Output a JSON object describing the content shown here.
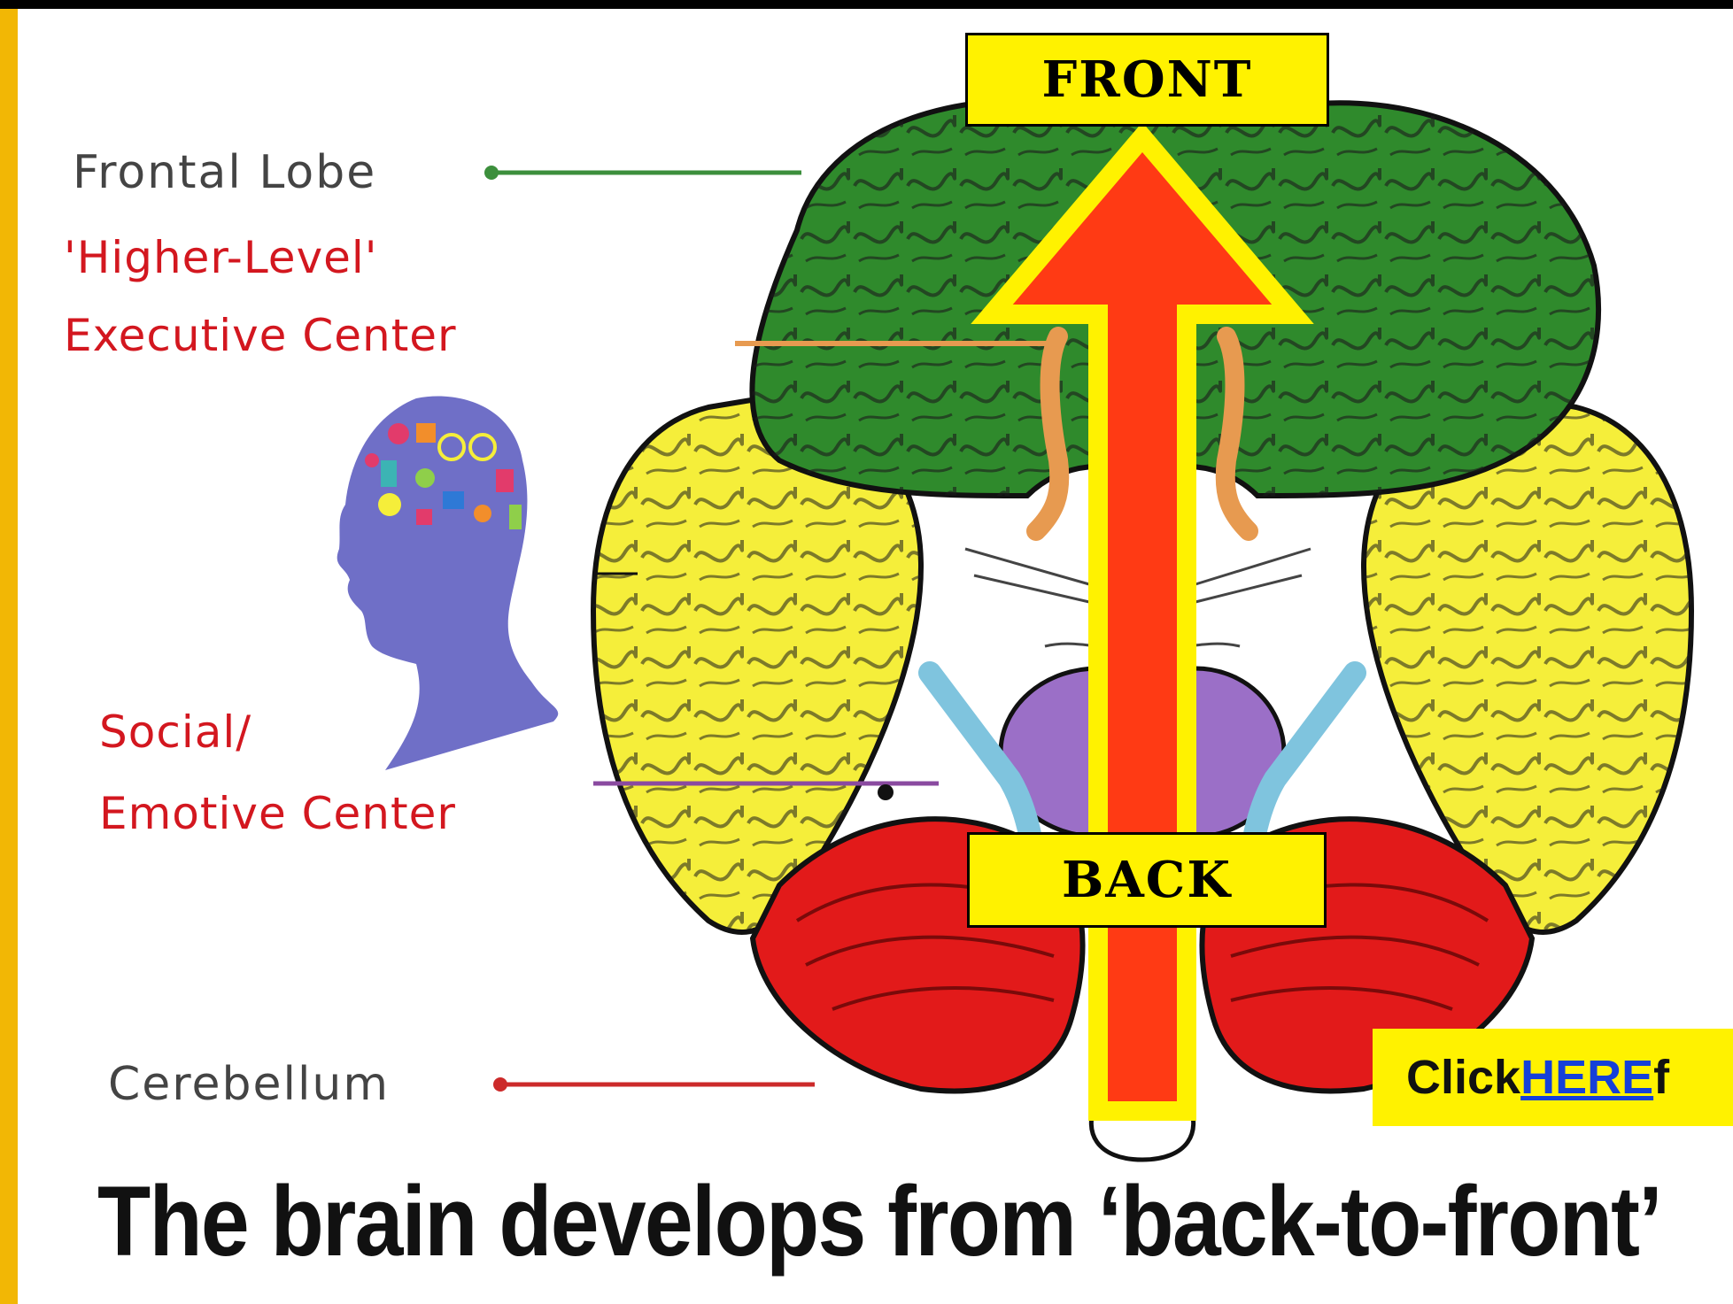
{
  "labels": {
    "frontal_lobe": "Frontal Lobe",
    "higher_level": "'Higher-Level'",
    "executive_center": "Executive Center",
    "social": "Social/",
    "emotive_center": "Emotive Center",
    "cerebellum": "Cerebellum"
  },
  "arrow": {
    "front": "FRONT",
    "back": "BACK"
  },
  "cta": {
    "prefix": "Click ",
    "link": "HERE",
    "suffix": " f"
  },
  "caption": "The brain develops from ‘back-to-front’",
  "colors": {
    "frontal": "#2f8a2c",
    "temporal": "#f5ee3a",
    "cerebellum": "#e21a1a",
    "brainstem": "#9b6fc7",
    "vessels": "#7fc4de",
    "child_head": "#6f6fc7",
    "arrow_fill": "#ff3a14",
    "arrow_border": "#fff200",
    "highlight": "#fff200",
    "label_red": "#d3171f"
  }
}
